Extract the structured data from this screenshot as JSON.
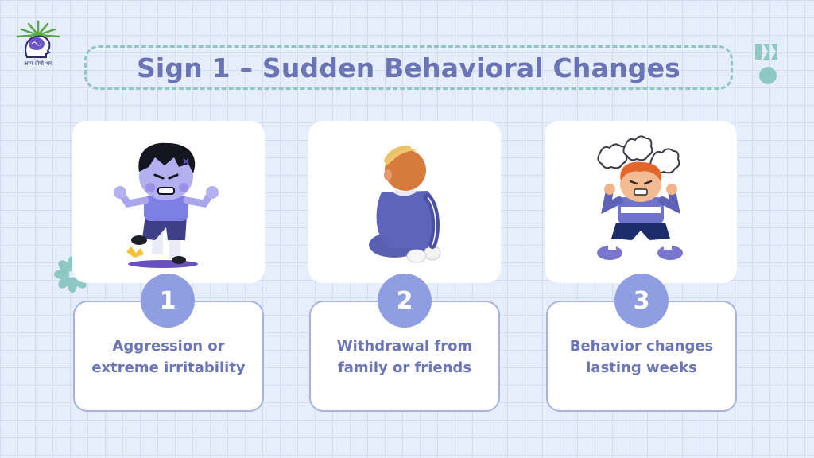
{
  "logo": {
    "text": "अप्प दीपो भव"
  },
  "title": "Sign 1 – Sudden Behavioral Changes",
  "cards": [
    {
      "number": "1",
      "text": "Aggression or extreme irritability",
      "illustration": "angry-kid-stomping-illustration"
    },
    {
      "number": "2",
      "text": "Withdrawal from family or friends",
      "illustration": "withdrawn-kid-illustration"
    },
    {
      "number": "3",
      "text": "Behavior changes lasting weeks",
      "illustration": "frustrated-kid-illustration"
    }
  ],
  "colors": {
    "background": "#e6edfb",
    "title": "#6b74b5",
    "dashed_border": "#8ec8c5",
    "number_circle": "#8f9ee0",
    "card_border": "#a7b2de",
    "decoration_teal": "#8ec8c5"
  }
}
